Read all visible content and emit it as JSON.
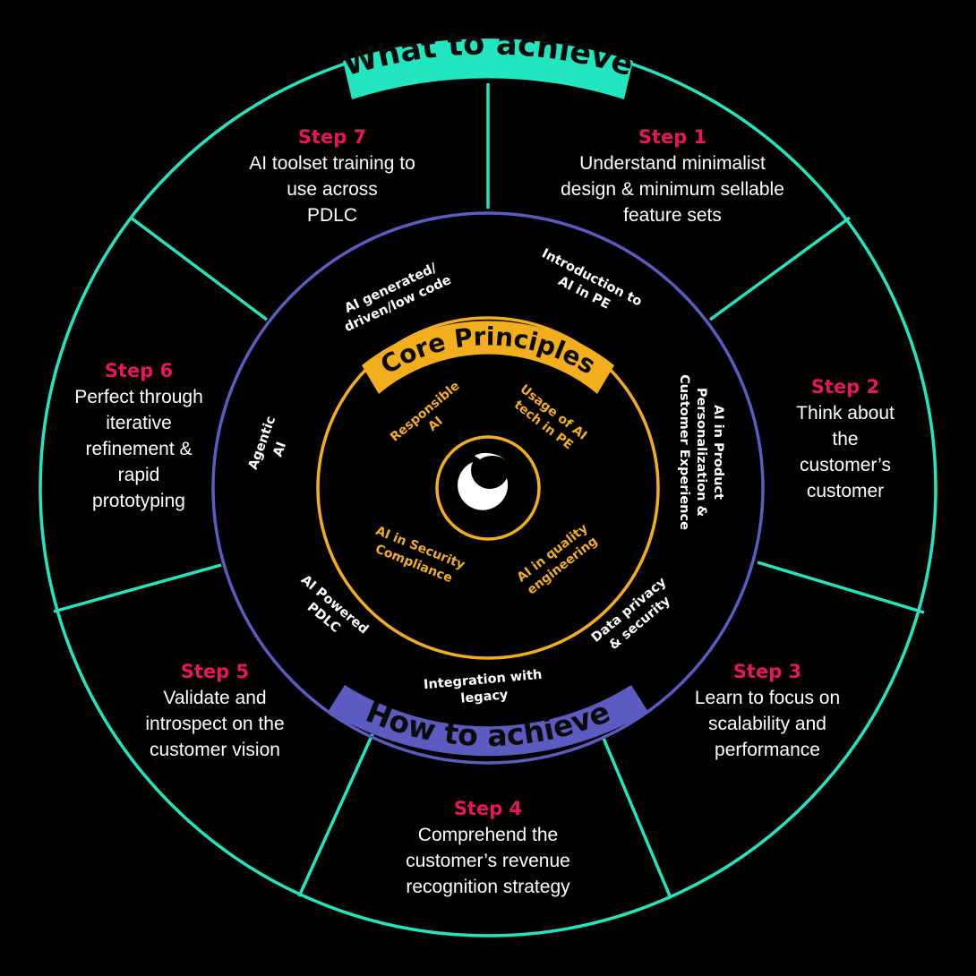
{
  "colors": {
    "background": "#000000",
    "outer_ring": "#22e6c0",
    "middle_ring": "#5b5bc2",
    "core_ring": "#f2ae1c",
    "step_title": "#e8145e",
    "step_text": "#ffffff",
    "mid_text": "#ffffff",
    "core_text": "#f2ae1c",
    "what_banner_bg": "#22e6c0",
    "what_banner_text": "#0a0a0a",
    "how_banner_bg": "#5b5bc2",
    "how_banner_text": "#0a0a0a",
    "core_banner_bg": "#f2ae1c",
    "core_banner_text": "#0a0a0a",
    "logo_color": "#ffffff"
  },
  "banners": {
    "what": "What to achieve",
    "how": "How to achieve",
    "core": "Core Principles"
  },
  "steps": [
    {
      "id": "step7",
      "title": "Step 7",
      "lines": [
        "AI toolset training to",
        "use across",
        "PDLC"
      ]
    },
    {
      "id": "step1",
      "title": "Step 1",
      "lines": [
        "Understand minimalist",
        "design & minimum sellable",
        "feature sets"
      ]
    },
    {
      "id": "step2",
      "title": "Step 2",
      "lines": [
        "Think about",
        "the",
        "customer’s",
        "customer"
      ]
    },
    {
      "id": "step3",
      "title": "Step 3",
      "lines": [
        "Learn to focus on",
        "scalability and",
        "performance"
      ]
    },
    {
      "id": "step4",
      "title": "Step 4",
      "lines": [
        "Comprehend the",
        "customer’s revenue",
        "recognition strategy"
      ]
    },
    {
      "id": "step5",
      "title": "Step 5",
      "lines": [
        "Validate and",
        "introspect on the",
        "customer vision"
      ]
    },
    {
      "id": "step6",
      "title": "Step 6",
      "lines": [
        "Perfect through",
        "iterative",
        "refinement &",
        "rapid",
        "prototyping"
      ]
    }
  ],
  "middle_labels": [
    {
      "id": "ai-generated",
      "lines": [
        "AI generated/",
        "driven/low code"
      ]
    },
    {
      "id": "intro-ai-pe",
      "lines": [
        "Introduction to",
        "AI in PE"
      ]
    },
    {
      "id": "ai-product",
      "lines": [
        "AI in Product",
        "Personalization &",
        "Customer Experience"
      ]
    },
    {
      "id": "data-privacy",
      "lines": [
        "Data privacy",
        "& security"
      ]
    },
    {
      "id": "integration",
      "lines": [
        "Integration with",
        "legacy"
      ]
    },
    {
      "id": "ai-powered",
      "lines": [
        "AI Powered",
        "PDLC"
      ]
    },
    {
      "id": "agentic",
      "lines": [
        "Agentic",
        "AI"
      ]
    }
  ],
  "core_labels": [
    {
      "id": "responsible",
      "lines": [
        "Responsible",
        "AI"
      ]
    },
    {
      "id": "usage",
      "lines": [
        "Usage of AI",
        "tech in PE"
      ]
    },
    {
      "id": "quality",
      "lines": [
        "AI in quality",
        "engineering"
      ]
    },
    {
      "id": "security",
      "lines": [
        "AI in Security",
        "Compliance"
      ]
    }
  ]
}
